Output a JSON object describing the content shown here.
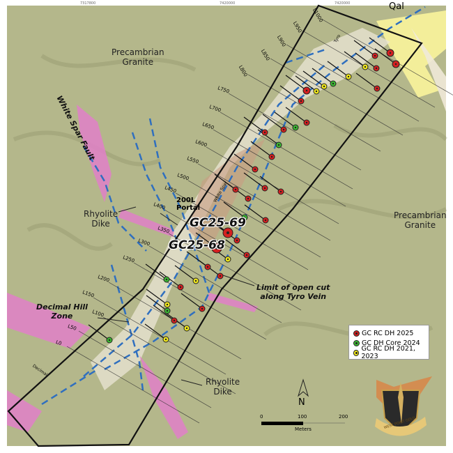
{
  "map": {
    "grid_labels_top": [
      "7317800",
      "7420000",
      "7420000"
    ],
    "geology_labels": {
      "precambrian_granite_nw": "Precambrian\nGranite",
      "precambrian_granite_e": "Precambrian\nGranite",
      "rhyolite_dike_w": "Rhyolite\nDike",
      "rhyolite_dike_s": "Rhyolite\nDike",
      "qal": "Qal",
      "white_spar_fault": "White Spar Fault",
      "decimal_hill_zone": "Decimal Hill\nZone",
      "portal": "200L\nPortal",
      "limit_open_cut": "Limit of open cut\nalong Tyro Vein",
      "white_spar_vein": "White Spar",
      "tyro_vein": "Tyro",
      "decimal_vein": "Decimal"
    },
    "highlighted_holes": [
      "GC25-69",
      "GC25-68"
    ],
    "section_lines": [
      "L0",
      "L50",
      "L100",
      "L150",
      "L200",
      "L250",
      "L300",
      "L350",
      "L400",
      "L450",
      "L500",
      "L550",
      "L600",
      "L650",
      "L700",
      "L750",
      "L800",
      "L850",
      "L900",
      "L950",
      "L1000"
    ]
  },
  "legend": {
    "items": [
      {
        "label": "GC RC DH 2025",
        "color": "#d42020"
      },
      {
        "label": "GC DH Core 2024",
        "color": "#3cb832"
      },
      {
        "label": "GC RC DH 2021, 2023",
        "color": "#f0e81c"
      }
    ]
  },
  "north_arrow": {
    "label": "N"
  },
  "scale_bar": {
    "ticks": [
      "0",
      "100",
      "200"
    ],
    "unit": "Meters"
  },
  "logo": {
    "text": "WEST POINT GOLD"
  },
  "colors": {
    "terrain": "#b5b88a",
    "rhyolite": "#e080c8",
    "alluvium": "#f3ee9a",
    "fault": "#2f6fbf",
    "vein": "#c08070"
  }
}
